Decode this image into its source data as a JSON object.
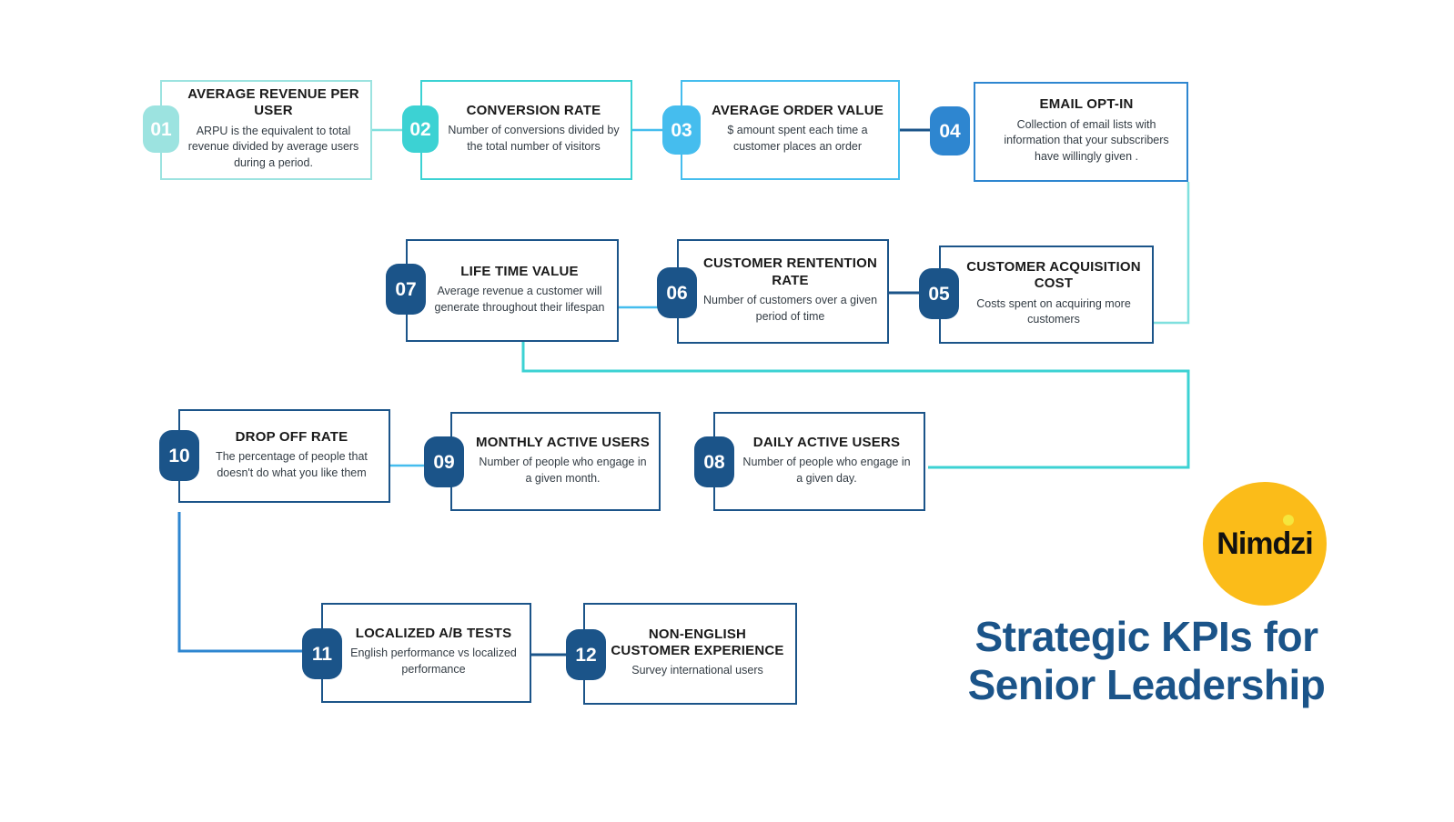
{
  "meta": {
    "headline_line1": "Strategic KPIs for",
    "headline_line2": "Senior Leadership",
    "brand_name": "Nimdzi"
  },
  "palette": {
    "aqua": "#9CE3E0",
    "turquoise": "#3CD2D3",
    "sky": "#45BDEE",
    "blue": "#2E86D0",
    "navy": "#1B5489",
    "logo_bg": "#FBBC19",
    "logo_text": "#111111",
    "logo_dot": "#F5E63D",
    "headline": "#1B5489",
    "card_text": "#1a1a1a",
    "desc_text": "#333c44"
  },
  "steps": [
    {
      "number": "01",
      "title": "AVERAGE REVENUE PER USER",
      "description": "ARPU is the equivalent to total revenue divided by average users during a period.",
      "color": "#9CE3E0"
    },
    {
      "number": "02",
      "title": "CONVERSION RATE",
      "description": "Number of conversions divided by the total number of visitors",
      "color": "#3CD2D3"
    },
    {
      "number": "03",
      "title": "AVERAGE ORDER VALUE",
      "description": "$ amount spent each time a customer places an order",
      "color": "#45BDEE"
    },
    {
      "number": "04",
      "title": "EMAIL OPT-IN",
      "description": "Collection of email lists with information that your subscribers have willingly given .",
      "color": "#2E86D0"
    },
    {
      "number": "05",
      "title": "CUSTOMER ACQUISITION COST",
      "description": "Costs spent on acquiring more customers",
      "color": "#1B5489"
    },
    {
      "number": "06",
      "title": "CUSTOMER RENTENTION RATE",
      "description": "Number of customers  over a given period of time",
      "color": "#1B5489"
    },
    {
      "number": "07",
      "title": "LIFE TIME VALUE",
      "description": "Average revenue  a customer will generate throughout their lifespan",
      "color": "#1B5489"
    },
    {
      "number": "08",
      "title": "DAILY ACTIVE USERS",
      "description": "Number of people who engage in a given day.",
      "color": "#1B5489"
    },
    {
      "number": "09",
      "title": "MONTHLY ACTIVE USERS",
      "description": "Number of people who engage in a given month.",
      "color": "#1B5489"
    },
    {
      "number": "10",
      "title": "DROP OFF RATE",
      "description": "The percentage of people that doesn't do what you like them",
      "color": "#1B5489"
    },
    {
      "number": "11",
      "title": "LOCALIZED A/B TESTS",
      "description": "English performance vs localized performance",
      "color": "#1B5489"
    },
    {
      "number": "12",
      "title": "NON-ENGLISH CUSTOMER EXPERIENCE",
      "description": "Survey international users",
      "color": "#1B5489"
    }
  ]
}
